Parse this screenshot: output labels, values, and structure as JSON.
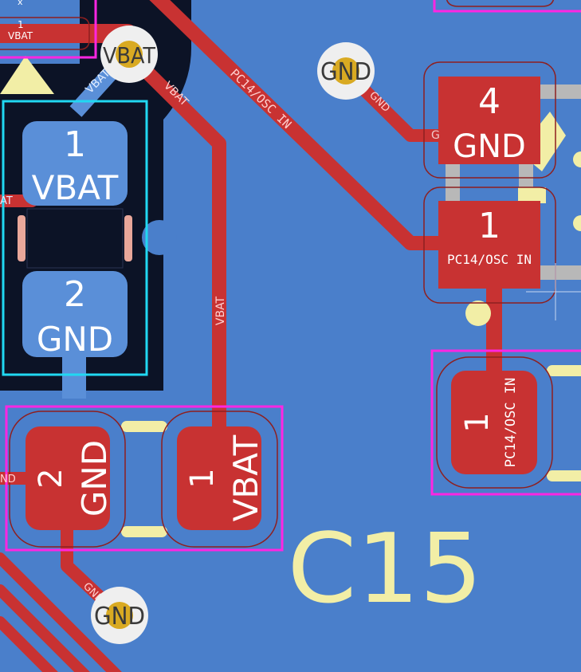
{
  "view": {
    "kind": "pcb-layout"
  },
  "colors": {
    "board": "#4a7fcb",
    "copper": "#c83232",
    "copper_dark": "#8e1f1f",
    "pad_blue": "#5a8fd8",
    "dark_zone": "#0c1326",
    "silk": "#f2eea6",
    "courtyard": "#ff26e2",
    "outline_cyan": "#21d8f2",
    "via_ring": "#efefef",
    "via_hole": "#d9aa22",
    "paste_pink": "#e9a79a",
    "gray_track": "#b8b8b8"
  },
  "nets": {
    "vbat": "VBAT",
    "gnd": "GND",
    "osc": "PC14/OSC IN",
    "gnd_partial": "ND",
    "cap_x": "x"
  },
  "battery_pads": [
    {
      "number": "1",
      "net": "VBAT"
    },
    {
      "number": "2",
      "net": "GND"
    }
  ],
  "cap_pads": [
    {
      "number": "2",
      "net": "GND"
    },
    {
      "number": "1",
      "net": "VBAT"
    }
  ],
  "crystal_pads": [
    {
      "number": "4",
      "net": "GND"
    },
    {
      "number": "1",
      "net": "PC14/OSC IN"
    }
  ],
  "lower_pad": {
    "number": "1",
    "net": "PC14/OSC IN"
  },
  "vias": [
    {
      "net": "VBAT"
    },
    {
      "net": "GND"
    },
    {
      "net": "GND"
    }
  ],
  "topleft_pad": {
    "number": "1",
    "net": "VBAT"
  },
  "track_labels": {
    "vbat_blue": "VBAT",
    "vbat_red": "VBAT",
    "vbat_vertical": "VBAT",
    "osc_diag": "PC14/OSC IN",
    "gnd_to_crystal": "GND",
    "gnd_bottom": "GND",
    "left_vbat": "AT",
    "crystal_gnd_small": "G"
  },
  "designator": "C15"
}
